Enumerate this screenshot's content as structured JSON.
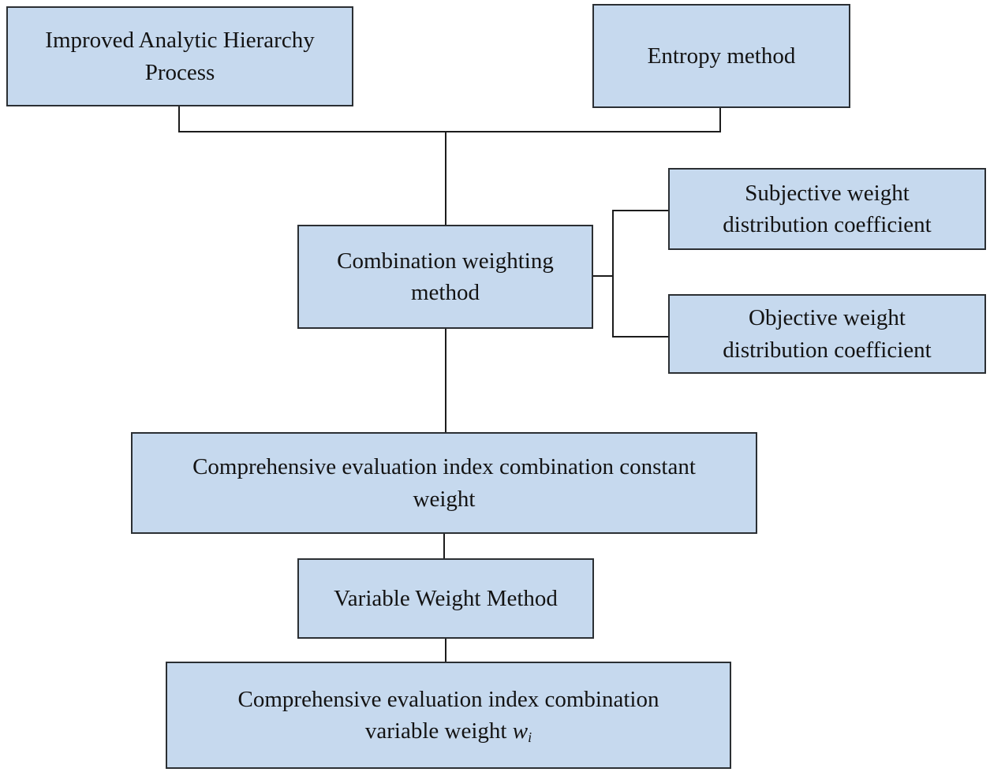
{
  "colors": {
    "box-fill": "#c6d9ee",
    "box-border": "#2b2f33",
    "line": "#1c1c1c",
    "text": "#131313",
    "bg": "#ffffff"
  },
  "nodes": {
    "iahp": {
      "label": [
        "Improved Analytic Hierarchy",
        "Process"
      ]
    },
    "entropy": {
      "label": [
        "Entropy method"
      ]
    },
    "combination": {
      "label": [
        "Combination weighting",
        "method"
      ]
    },
    "subjective": {
      "label": [
        "Subjective weight",
        "distribution coefficient"
      ]
    },
    "objective": {
      "label": [
        "Objective weight",
        "distribution coefficient"
      ]
    },
    "constant": {
      "label": [
        "Comprehensive evaluation index combination constant",
        "weight"
      ]
    },
    "variable_method": {
      "label": [
        "Variable Weight Method"
      ]
    },
    "final": {
      "label_line1": "Comprehensive evaluation index combination",
      "label_line2_prefix": "variable weight ",
      "math_symbol": "w",
      "math_subscript": "i"
    }
  }
}
